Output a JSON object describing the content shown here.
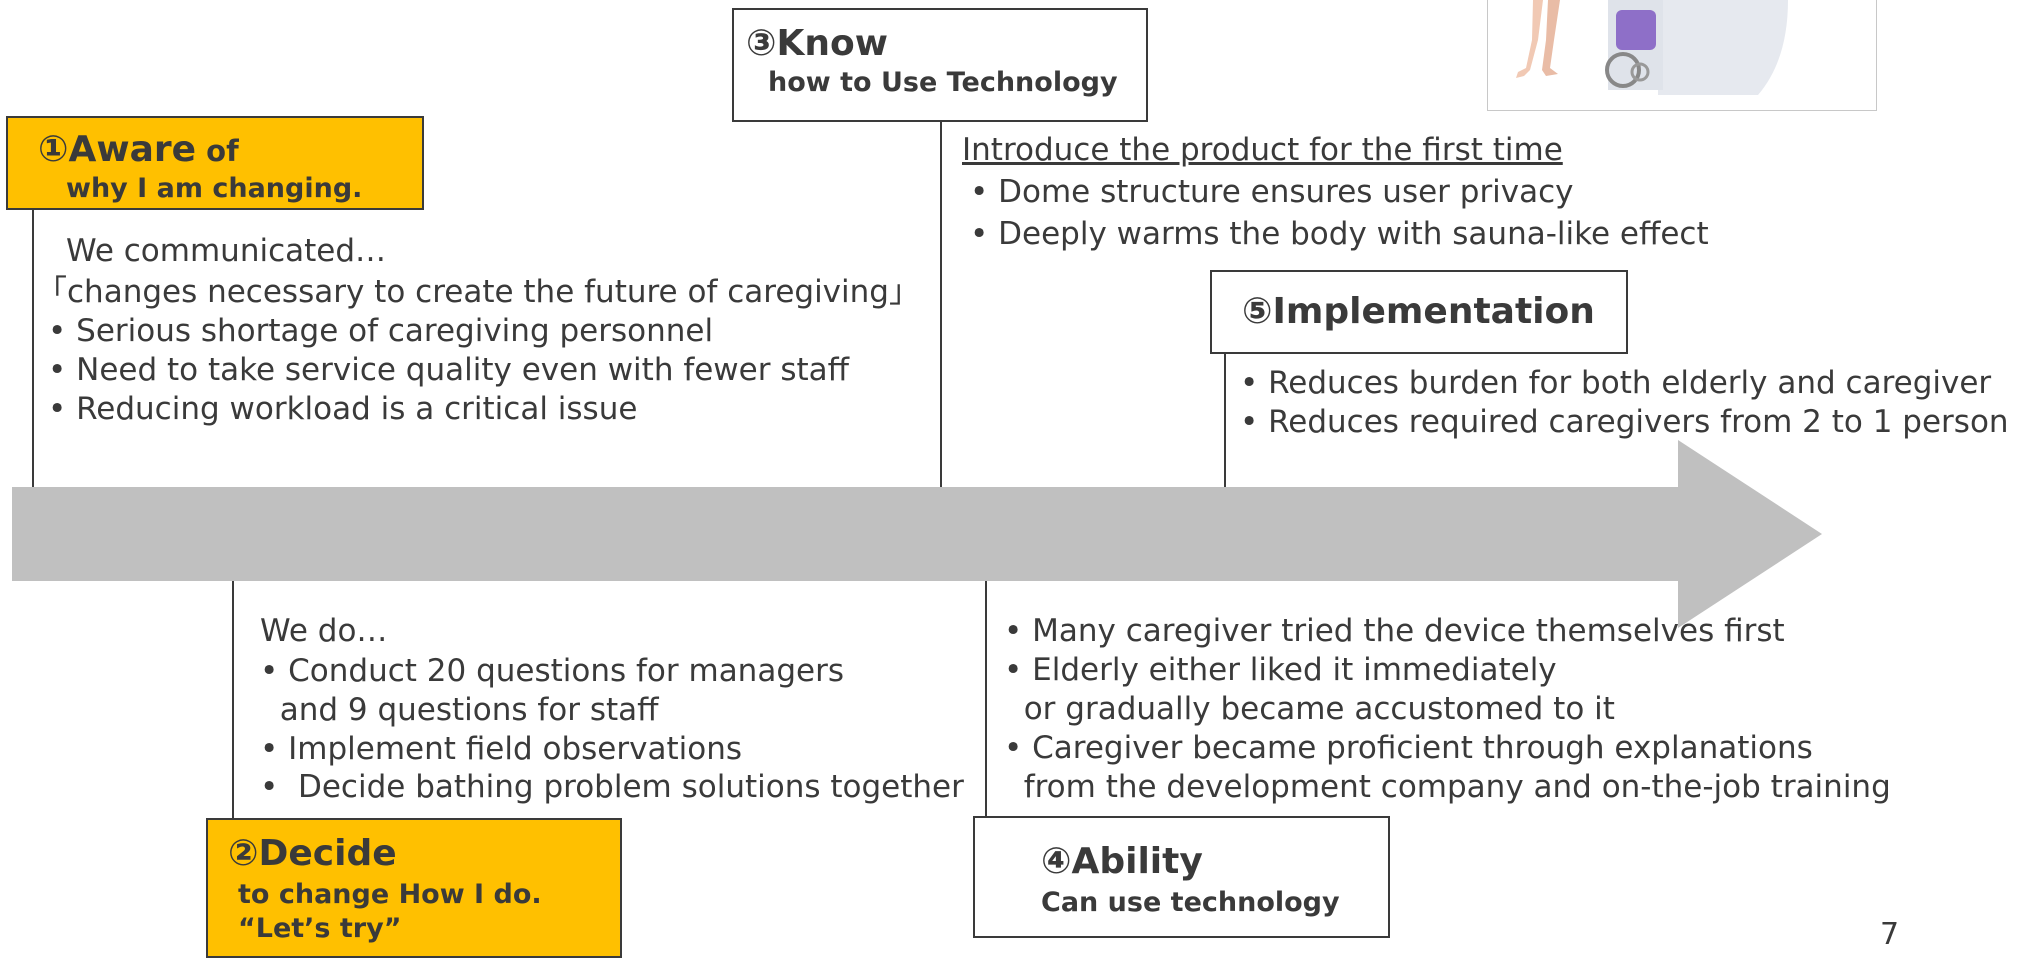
{
  "stage1": {
    "title": "①Aware",
    "title_suffix": " of",
    "sub": "why I am changing.",
    "intro": "We communicated…",
    "quote": "「changes necessary to create the future of caregiving」",
    "bullets": [
      "• Serious shortage of caregiving personnel",
      "• Need to take service quality even with fewer staff",
      "• Reducing workload is a critical issue"
    ]
  },
  "stage2": {
    "title": "②Decide",
    "sub1": "to change How I do.",
    "sub2": "“Let’s try”",
    "intro": "We do…",
    "lines": [
      "• Conduct 20 questions for managers",
      "  and 9 questions for staff",
      "• Implement field observations",
      "•  Decide bathing problem solutions together"
    ]
  },
  "stage3": {
    "title": "③Know",
    "sub": "how to Use Technology",
    "heading": "Introduce the product for the first time",
    "bullets": [
      "• Dome structure ensures user privacy",
      "• Deeply warms the body with sauna-like effect"
    ]
  },
  "stage4": {
    "title": "④Ability",
    "sub": "Can use technology",
    "lines": [
      "• Many caregiver tried the device themselves first",
      "• Elderly either liked it immediately",
      "  or gradually became accustomed to it",
      "• Caregiver became proficient through explanations",
      "  from the development company and on-the-job training"
    ]
  },
  "stage5": {
    "title": "⑤Implementation",
    "bullets": [
      "• Reduces burden for both elderly and caregiver",
      "• Reduces required caregivers from 2 to 1 person"
    ]
  },
  "page_number": "7",
  "colors": {
    "accent": "#FFC000",
    "arrow": "#C0C0C0",
    "text": "#3A3A3A"
  }
}
